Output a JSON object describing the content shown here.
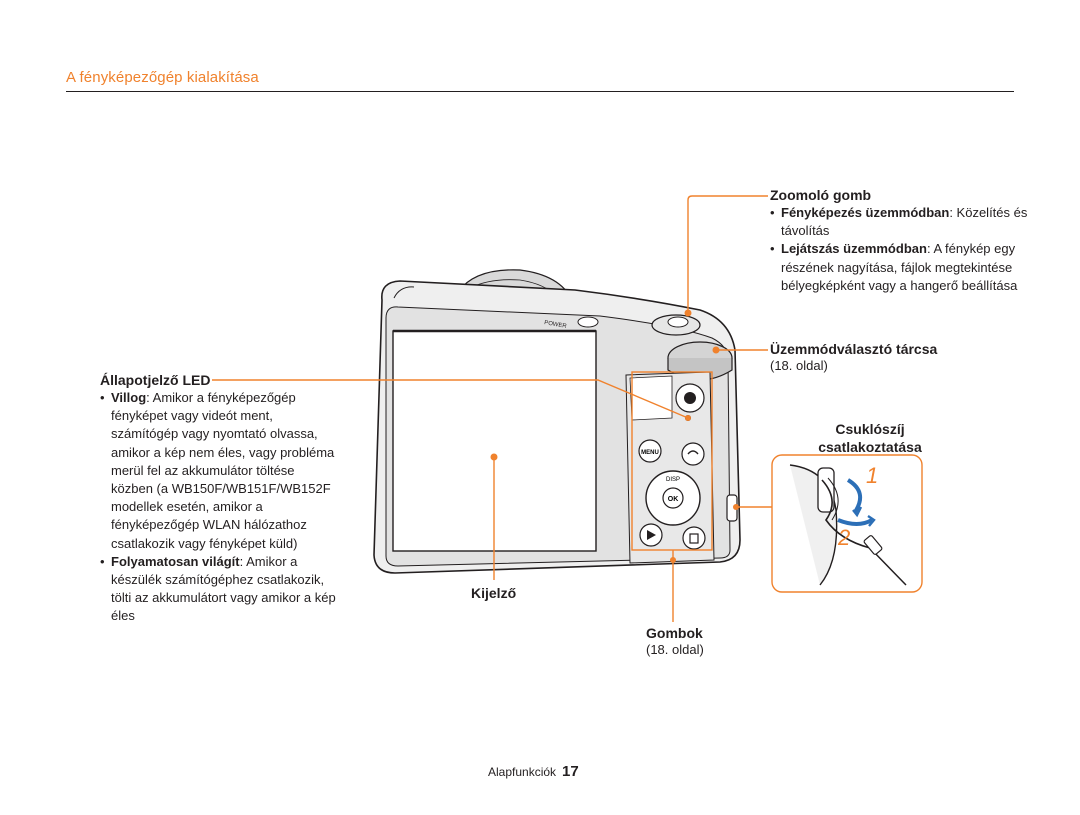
{
  "header": {
    "title": "A fényképezőgép kialakítása"
  },
  "callouts": {
    "zoom": {
      "title": "Zoomoló gomb",
      "items": [
        {
          "bold": "Fényképezés üzemmódban",
          "text": ": Közelítés és távolítás"
        },
        {
          "bold": "Lejátszás üzemmódban",
          "text": ": A fénykép egy részének nagyítása, fájlok megtekintése bélyegképként vagy a hangerő beállítása"
        }
      ]
    },
    "mode_dial": {
      "title": "Üzemmódválasztó tárcsa",
      "ref": "(18. oldal)"
    },
    "status_led": {
      "title": "Állapotjelző LED",
      "items": [
        {
          "bold": "Villog",
          "text": ": Amikor a fényképezőgép fényképet vagy videót ment, számítógép vagy nyomtató olvassa, amikor a kép nem éles, vagy probléma merül fel az akkumulátor töltése közben (a WB150F/WB151F/WB152F modellek esetén, amikor a fényképezőgép WLAN hálózathoz csatlakozik vagy fényképet küld)"
        },
        {
          "bold": "Folyamatosan világít",
          "text": ": Amikor a készülék számítógéphez csatlakozik, tölti az akkumulátort vagy amikor a kép éles"
        }
      ]
    },
    "strap": {
      "title_line1": "Csuklószíj",
      "title_line2": "csatlakoztatása",
      "step1": "1",
      "step2": "2"
    },
    "display": {
      "title": "Kijelző"
    },
    "buttons": {
      "title": "Gombok",
      "ref": "(18. oldal)"
    }
  },
  "camera_labels": {
    "power": "POWER",
    "menu": "MENU",
    "disp": "DISP",
    "ok": "OK"
  },
  "footer": {
    "section": "Alapfunkciók",
    "page": "17"
  },
  "colors": {
    "accent": "#f0822d",
    "text": "#231f20"
  }
}
